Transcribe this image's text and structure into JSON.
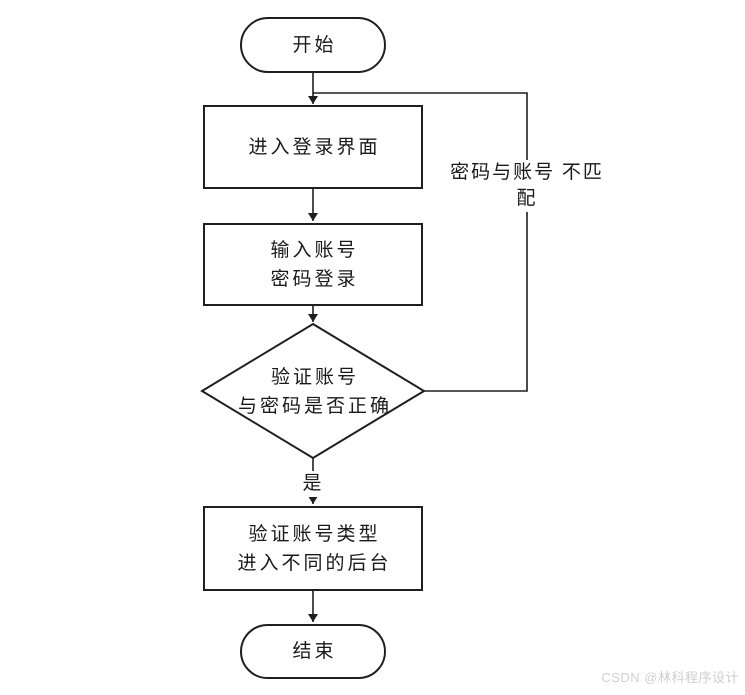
{
  "nodes": {
    "start": {
      "label": "开始"
    },
    "enter_login": {
      "label": "进入登录界面"
    },
    "input_credentials": {
      "line1": "输入账号",
      "line2": "密码登录"
    },
    "verify_credentials": {
      "line1": "验证账号",
      "line2": "与密码是否正确"
    },
    "verify_type": {
      "line1": "验证账号类型",
      "line2": "进入不同的后台"
    },
    "end": {
      "label": "结束"
    }
  },
  "edge_labels": {
    "yes": "是",
    "mismatch_line1": "密码与账号",
    "mismatch_line2": "不匹配"
  },
  "watermark": "CSDN @林科程序设计",
  "colors": {
    "line": "#1f1f1f",
    "background": "#ffffff",
    "watermark": "#cfcfcf"
  }
}
